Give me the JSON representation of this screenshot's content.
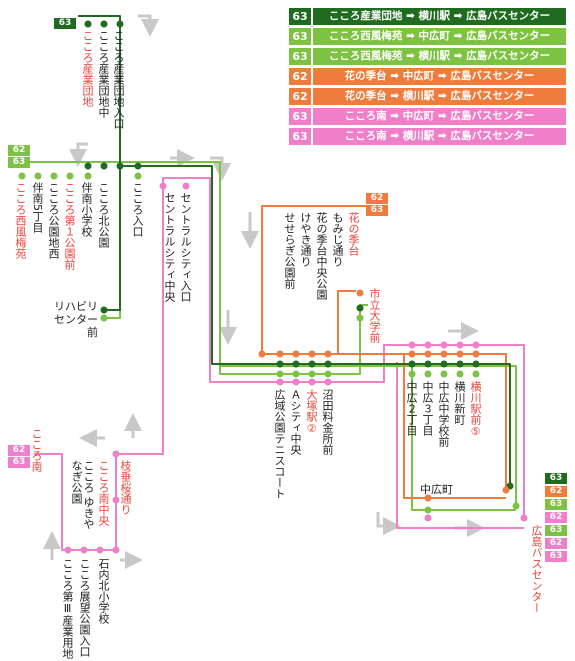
{
  "colors": {
    "route63_dark": "#1f6b1f",
    "route63_green": "#7dc242",
    "route62_orange": "#ef7c3c",
    "route63_pink": "#f07fc9",
    "arrow_gray": "#c8c8c8",
    "stop_label_red": "#e8453c"
  },
  "legend": [
    {
      "num": "63",
      "text": "こころ産業団地 ➡ 横川駅 ➡ 広島バスセンター",
      "color": "#1f6b1f"
    },
    {
      "num": "63",
      "text": "こころ西風梅苑 ➡ 中広町 ➡ 広島バスセンター",
      "color": "#7dc242"
    },
    {
      "num": "63",
      "text": "こころ西風梅苑 ➡ 横川駅 ➡ 広島バスセンター",
      "color": "#7dc242"
    },
    {
      "num": "62",
      "text": "花の季台 ➡ 中広町 ➡ 広島バスセンター",
      "color": "#ef7c3c"
    },
    {
      "num": "62",
      "text": "花の季台 ➡ 横川駅 ➡ 広島バスセンター",
      "color": "#ef7c3c"
    },
    {
      "num": "63",
      "text": "こころ南 ➡ 中広町 ➡ 広島バスセンター",
      "color": "#f07fc9"
    },
    {
      "num": "63",
      "text": "こころ南 ➡ 横川駅 ➡ 広島バスセンター",
      "color": "#f07fc9"
    }
  ],
  "badges": {
    "sangyo_63": "63",
    "nishikaze_62": "62",
    "nishikaze_63": "63",
    "hananokidai_62": "62",
    "hananokidai_63": "63",
    "kokoro_minami_62": "62",
    "kokoro_minami_63": "63",
    "term_63a": "63",
    "term_62a": "62",
    "term_63b": "63",
    "term_62b": "62",
    "term_63c": "63",
    "term_62c": "62",
    "term_63d": "63"
  },
  "stops": {
    "kokoro_sangyo_danchi_iriguchi": "こころ産業団地入口",
    "kokoro_sangyo_danchi_naka": "こころ産業団地中",
    "kokoro_sangyo_danchi": "こころ産業団地",
    "kokoro_nishikaze_baien": "こころ西風梅苑",
    "tomonaka_5chome": "伴南5丁目",
    "kokoro_koen_nishi": "こころ公園地西",
    "kokoro_dai1_koen_mae": "こころ第１公園前",
    "tomonaka_shogakko": "伴南小学校",
    "kokoro_kita_koen": "こころ北公園",
    "kokoro_iriguchi": "こころ入口",
    "rehabili_center_mae": "リハビリ センター前",
    "central_city_iriguchi": "セントラルシティ入口",
    "central_city_naka": "セントラルシティ中央",
    "hananokidai": "花の季台",
    "momiji_dori": "もみじ通り",
    "hananokidai_chuo_koen": "花の季台中央公園",
    "keyaki_dori": "けやき通り",
    "seseragi_koen_mae": "せせらぎ公園前",
    "shiritsu_daigaku_mae": "市立大学前",
    "numata_ryokin_jo_mae": "沼田料金所前",
    "otsuka_eki": "大塚駅②",
    "a_city_chuo": "Ａシティ中央",
    "koiki_koen_tennis": "広域公園テニスコート",
    "kokoro_minami": "こころ南",
    "edadare_sakura_dori": "枝垂桜通り",
    "kokoro_minami_chuo": "こころ南中央",
    "kokoro_yukiyanagi_koen": "こころ ゆきやなぎ公園",
    "ishiuchi_kita_shogakko": "石内北小学校",
    "kokoro_tenbo_koen_iriguchi": "こころ展望公園入口",
    "kokoro_dai3_sangyo_yochi": "こころ第Ⅲ産業用地",
    "nakahiro_2chome": "中広２丁目",
    "nakahiro_3chome": "中広３丁目",
    "nakahiro_chugakko": "中広中学校前",
    "yokogawa_shinmachi": "横川新町",
    "yokogawa_eki_mae": "横川駅前⑤",
    "nakahiro_machi": "中広町",
    "hiroshima_bus_center": "広島バスセンター"
  }
}
